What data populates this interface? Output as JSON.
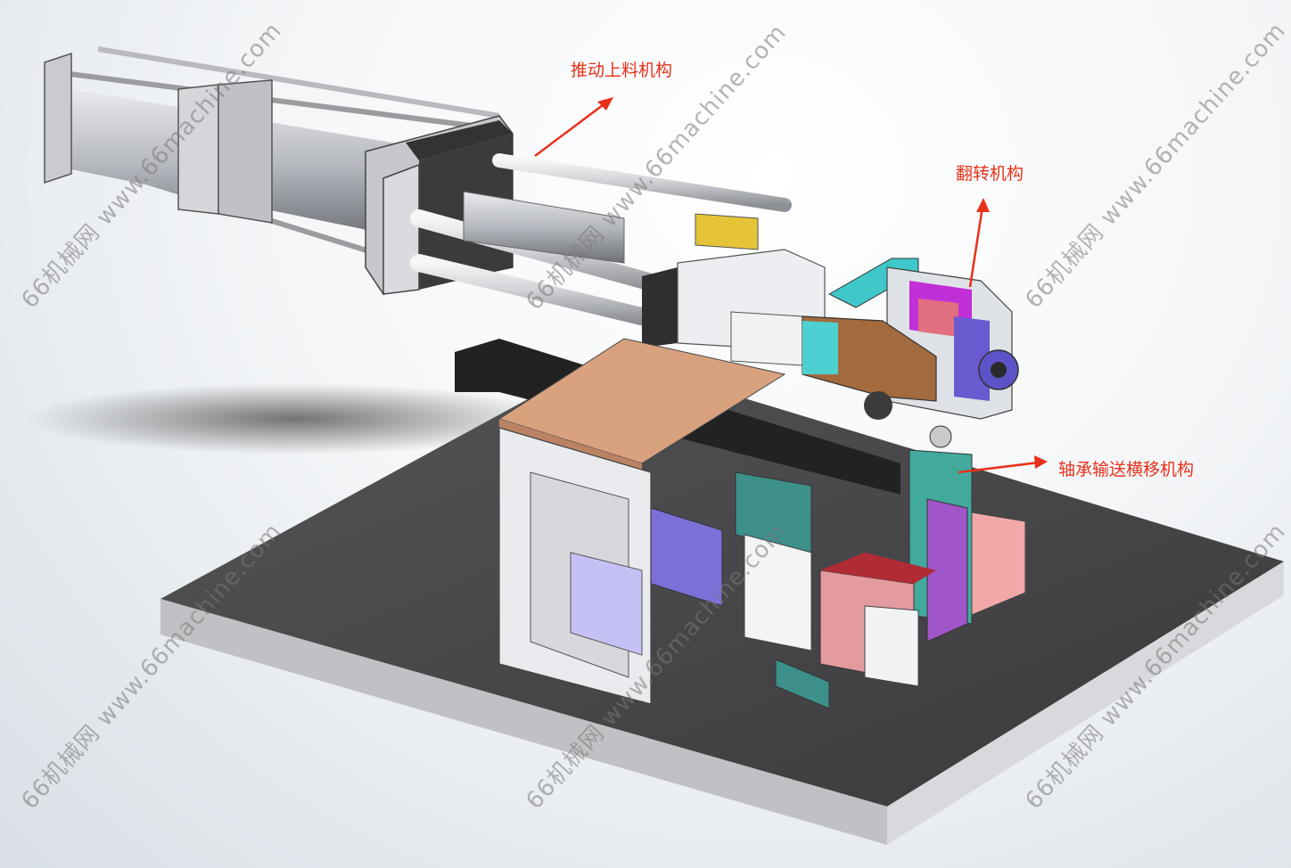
{
  "labels": {
    "push_feed": "推动上料机构",
    "flip": "翻转机构",
    "bearing_transfer": "轴承输送横移机构"
  },
  "watermark": {
    "text": "66机械网 www.66machine.com"
  },
  "colors": {
    "label_red": "#e8311a",
    "base_plate": "#4a4a4c",
    "copper_plate": "#d9a27f",
    "teal_block": "#3d8f8a",
    "magenta_block": "#b13ad8",
    "violet_motor": "#7b6fd8",
    "bronze_block": "#a36a3e"
  }
}
